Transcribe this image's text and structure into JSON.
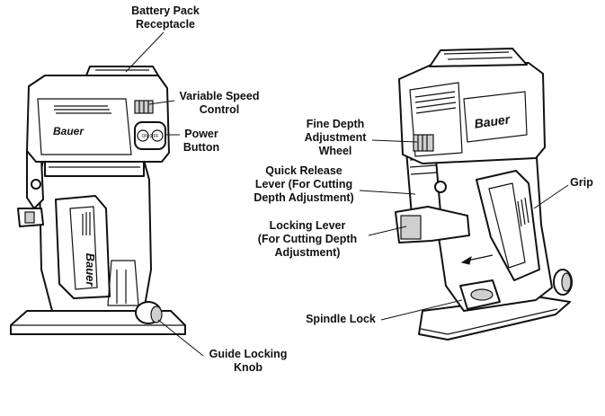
{
  "labels": {
    "battery_pack": [
      "Battery Pack",
      "Receptacle"
    ],
    "variable_speed": [
      "Variable Speed",
      "Control"
    ],
    "power_button": [
      "Power",
      "Button"
    ],
    "guide_locking_knob": [
      "Guide Locking",
      "Knob"
    ],
    "fine_depth": [
      "Fine Depth",
      "Adjustment",
      "Wheel"
    ],
    "quick_release": [
      "Quick Release",
      "Lever (For Cutting",
      "Depth Adjustment)"
    ],
    "locking_lever": [
      "Locking Lever",
      "(For Cutting Depth",
      "Adjustment)"
    ],
    "grip": [
      "Grip"
    ],
    "spindle_lock": [
      "Spindle Lock"
    ]
  },
  "brand_text": "Bauer",
  "switch_text": "ON OFF",
  "colors": {
    "ink": "#111111",
    "background": "#ffffff"
  }
}
